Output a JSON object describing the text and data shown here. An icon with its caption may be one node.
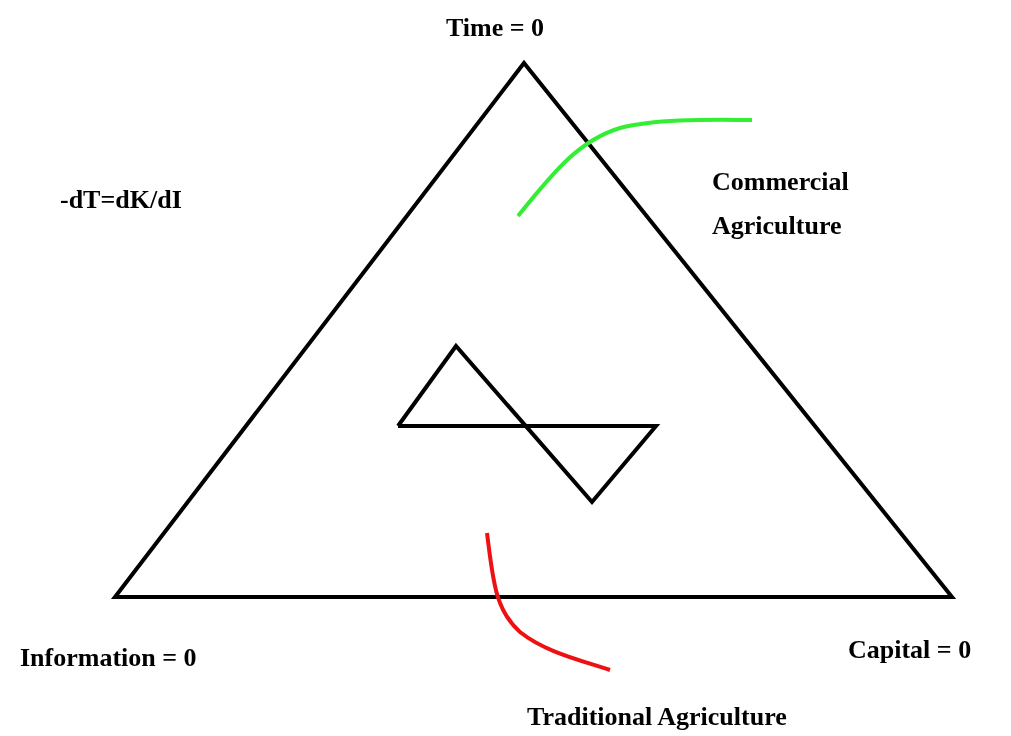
{
  "diagram": {
    "labels": [
      "Time = 0",
      "-dT=dK/dI",
      "Commercial Agriculture",
      "Information = 0",
      "Capital = 0",
      "Traditional Agriculture"
    ]
  }
}
